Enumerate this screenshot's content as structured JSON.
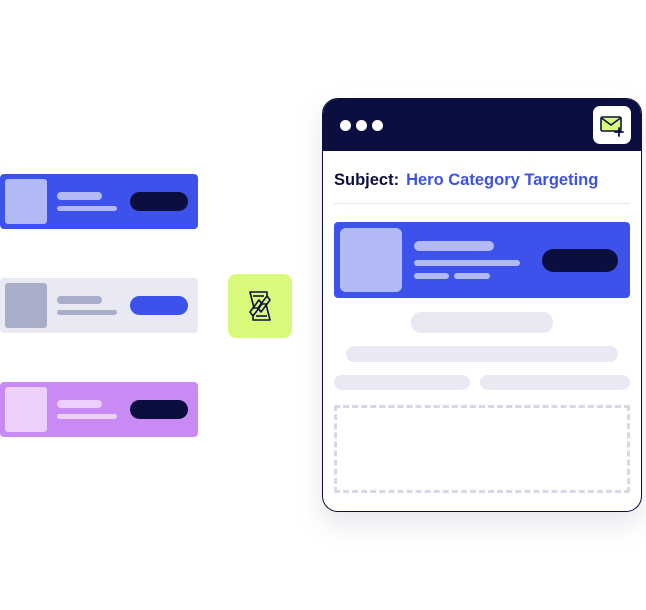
{
  "colors": {
    "navy": "#0b0f40",
    "blue": "#3d52ea",
    "light_blue": "#b2baf6",
    "gray_bg": "#e8e9f3",
    "purple": "#c98af4",
    "lime": "#d9fb7c"
  },
  "variants": [
    {
      "name": "blue",
      "background": "#3d52ea",
      "button": "#0b0f40"
    },
    {
      "name": "gray",
      "background": "#e8e9f3",
      "button": "#3d52ea"
    },
    {
      "name": "purple",
      "background": "#c98af4",
      "button": "#0b0f40"
    }
  ],
  "logo": {
    "icon": "z-brand-logo-icon"
  },
  "email": {
    "window_dots": 3,
    "compose_icon": "mail-plus-icon",
    "subject_label": "Subject:",
    "subject_value": "Hero Category Targeting"
  }
}
